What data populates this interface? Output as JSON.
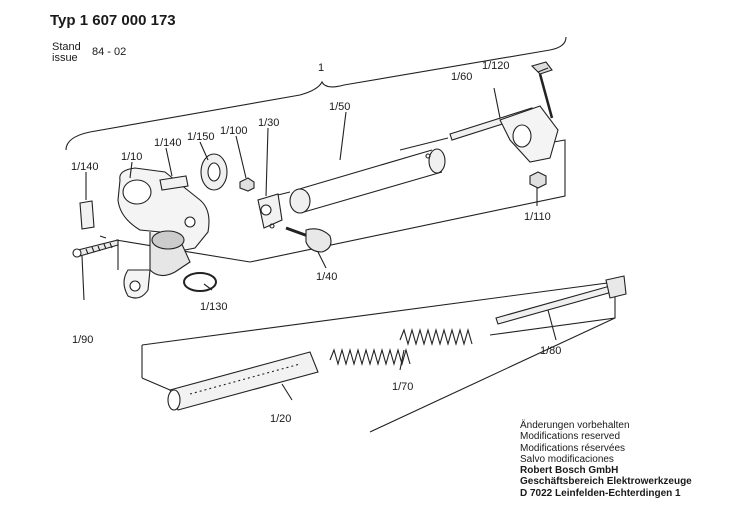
{
  "header": {
    "title": "Typ 1 607 000 173",
    "stand_label": "Stand",
    "issue_label": "issue",
    "issue_code": "84 - 02"
  },
  "parts": [
    {
      "id": "p1",
      "label": "1"
    },
    {
      "id": "p120",
      "label": "1/120"
    },
    {
      "id": "p60",
      "label": "1/60"
    },
    {
      "id": "p50",
      "label": "1/50"
    },
    {
      "id": "p30",
      "label": "1/30"
    },
    {
      "id": "p100",
      "label": "1/100"
    },
    {
      "id": "p150",
      "label": "1/150"
    },
    {
      "id": "p140a",
      "label": "1/140"
    },
    {
      "id": "p10",
      "label": "1/10"
    },
    {
      "id": "p140b",
      "label": "1/140"
    },
    {
      "id": "p110",
      "label": "1/110"
    },
    {
      "id": "p40",
      "label": "1/40"
    },
    {
      "id": "p130",
      "label": "1/130"
    },
    {
      "id": "p90",
      "label": "1/90"
    },
    {
      "id": "p80",
      "label": "1/80"
    },
    {
      "id": "p70",
      "label": "1/70"
    },
    {
      "id": "p20",
      "label": "1/20"
    }
  ],
  "notes": {
    "line1": "Änderungen vorbehalten",
    "line2": "Modifications reserved",
    "line3": "Modifications réservées",
    "line4": "Salvo modificaciones",
    "company": "Robert Bosch GmbH",
    "division": "Geschäftsbereich Elektrowerkzeuge",
    "address": "D 7022 Leinfelden-Echterdingen 1"
  }
}
